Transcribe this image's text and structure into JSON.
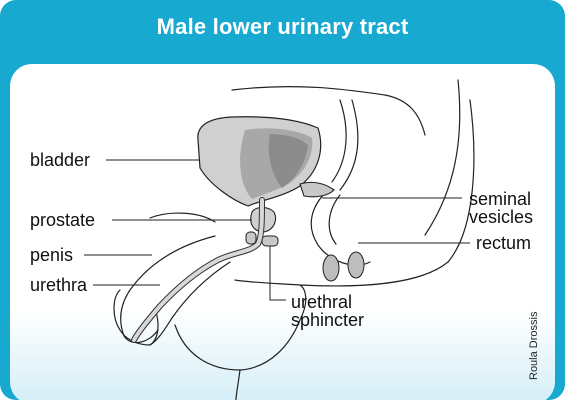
{
  "title": "Male lower urinary tract",
  "labels": {
    "bladder": "bladder",
    "prostate": "prostate",
    "penis": "penis",
    "urethra": "urethra",
    "seminal_vesicles_1": "seminal",
    "seminal_vesicles_2": "vesicles",
    "rectum": "rectum",
    "sphincter_1": "urethral",
    "sphincter_2": "sphincter"
  },
  "credit": "Roula Drossis",
  "colors": {
    "frame": "#17a9cf",
    "organ_fill": "#d0d0d0",
    "outline": "#222222"
  }
}
